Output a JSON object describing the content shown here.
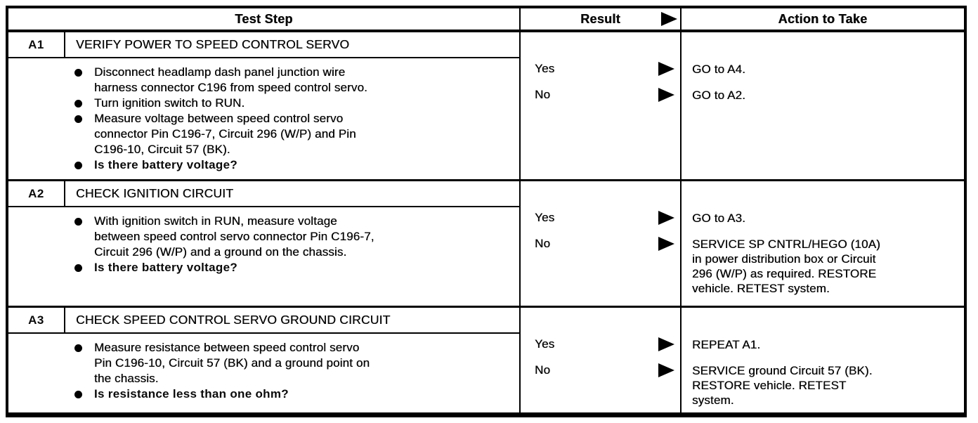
{
  "header": {
    "columns": [
      {
        "label": "Test Step"
      },
      {
        "label": "Result",
        "icon": "right-triangle-arrow"
      },
      {
        "label": "Action to Take"
      }
    ]
  },
  "steps": [
    {
      "id": "A1",
      "title": "VERIFY POWER TO SPEED CONTROL SERVO",
      "bullets": [
        {
          "text": "Disconnect headlamp dash panel junction wire\nharness connector C196 from speed control servo.",
          "emphasis": false
        },
        {
          "text": "Turn ignition switch to RUN.",
          "emphasis": false
        },
        {
          "text": "Measure voltage between speed control servo\nconnector Pin C196-7, Circuit 296 (W/P) and Pin\nC196-10, Circuit 57 (BK).",
          "emphasis": false
        },
        {
          "text": "Is there battery voltage?",
          "emphasis": true
        }
      ],
      "results": [
        {
          "label": "Yes",
          "action": "GO to A4."
        },
        {
          "label": "No",
          "action": "GO to A2."
        }
      ]
    },
    {
      "id": "A2",
      "title": "CHECK IGNITION CIRCUIT",
      "bullets": [
        {
          "text": "With ignition switch in RUN, measure voltage\nbetween speed control servo connector Pin C196-7,\nCircuit 296 (W/P) and a ground on the chassis.",
          "emphasis": false
        },
        {
          "text": "Is there battery voltage?",
          "emphasis": true
        }
      ],
      "results": [
        {
          "label": "Yes",
          "action": "GO to A3."
        },
        {
          "label": "No",
          "action": "SERVICE SP CNTRL/HEGO (10A)\nin power distribution box or Circuit\n296 (W/P) as required. RESTORE\nvehicle. RETEST system."
        }
      ]
    },
    {
      "id": "A3",
      "title": "CHECK SPEED CONTROL SERVO GROUND CIRCUIT",
      "bullets": [
        {
          "text": "Measure resistance between speed control servo\nPin C196-10, Circuit 57 (BK) and a ground point on\nthe chassis.",
          "emphasis": false
        },
        {
          "text": "Is resistance less than one ohm?",
          "emphasis": true
        }
      ],
      "results": [
        {
          "label": "Yes",
          "action": "REPEAT A1."
        },
        {
          "label": "No",
          "action": "SERVICE ground Circuit 57 (BK).\nRESTORE vehicle. RETEST\nsystem."
        }
      ]
    }
  ],
  "colors": {
    "ink": "#0a0a0a",
    "paper": "#ffffff"
  }
}
